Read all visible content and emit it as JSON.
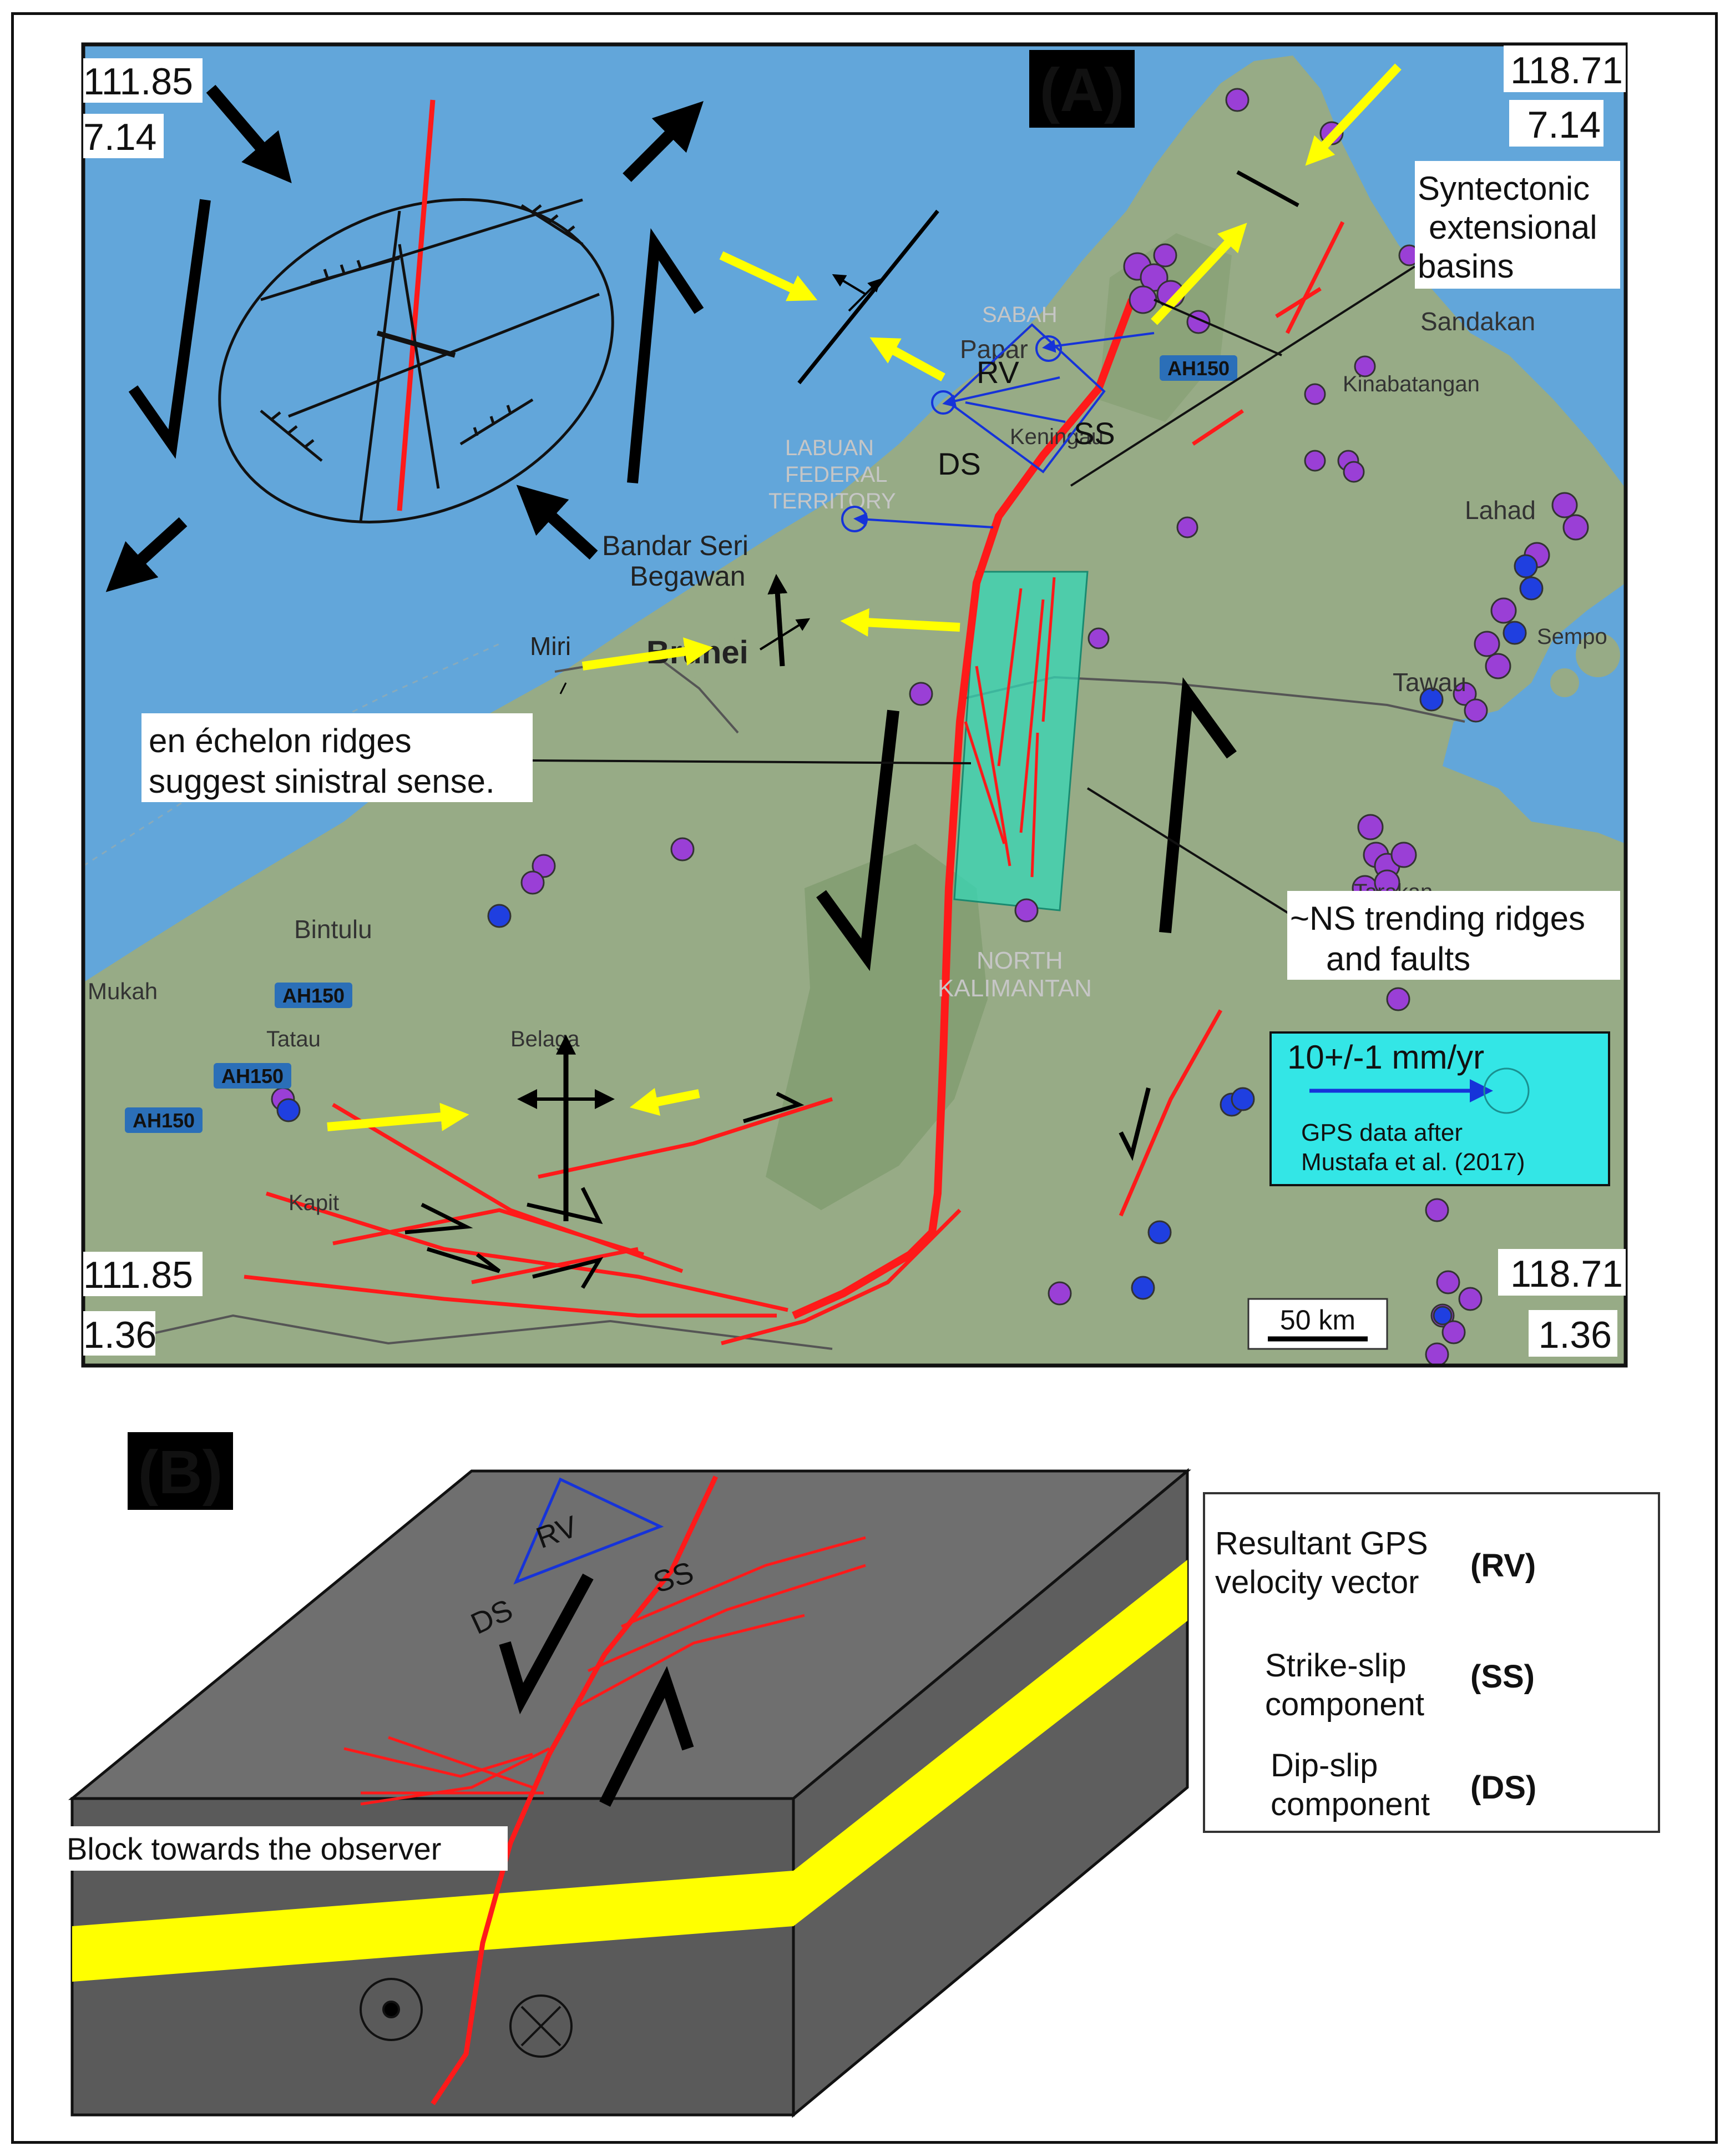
{
  "panel_a": {
    "label": "(A)",
    "corners": {
      "tl_lon": "111.85",
      "tl_lat": "7.14",
      "tr_lon": "118.71",
      "tr_lat": "7.14",
      "bl_lon": "111.85",
      "bl_lat": "1.36",
      "br_lon": "118.71",
      "br_lat": "1.36"
    },
    "places": {
      "sabah": "SABAH",
      "papar": "Papar",
      "keningau": "Keningau",
      "labuan1": "LABUAN",
      "labuan2": "FEDERAL",
      "labuan3": "TERRITORY",
      "bandar1": "Bandar Seri",
      "bandar2": "Begawan",
      "miri": "Miri",
      "brunei": "Brunei",
      "sandakan": "Sandakan",
      "kinabatangan": "Kinabatangan",
      "lahad": "Lahad",
      "sempo": "Sempo",
      "tawau": "Tawau",
      "tarakan": "Tarakan",
      "bintulu": "Bintulu",
      "mukah": "Mukah",
      "tatau": "Tatau",
      "belaga": "Belaga",
      "kapit": "Kapit",
      "north1": "NORTH",
      "north2": "KALIMANTAN",
      "ah1": "AH150",
      "ah2": "AH150",
      "ah3": "AH150",
      "ah4": "AH150"
    },
    "vector_labels": {
      "rv": "RV",
      "ss": "SS",
      "ds": "DS"
    },
    "callouts": {
      "syntectonic1": "Syntectonic",
      "syntectonic2": "extensional",
      "syntectonic3": "basins",
      "enechelon1": "en échelon ridges",
      "enechelon2": "suggest sinistral sense.",
      "ns1": "~NS trending ridges",
      "ns2": "and faults"
    },
    "gps_legend": {
      "rate": "10+/-1 mm/yr",
      "source1": "GPS data after",
      "source2": "Mustafa et al. (2017)"
    },
    "scale_bar": "50 km",
    "colors": {
      "sea": "#62a6da",
      "land": "#97ab86",
      "fault": "#ff1a1a",
      "gps_arrow": "#1633d9",
      "yellow_arrow": "#ffff00",
      "teal_box": "#35d7b5",
      "legend_box": "#33e6e6",
      "purple_dot": "#9a3fd6",
      "blue_dot": "#1f3fe0"
    }
  },
  "panel_b": {
    "label": "(B)",
    "observer": "Block towards the observer",
    "vector_labels": {
      "rv": "RV",
      "ss": "SS",
      "ds": "DS"
    },
    "legend": {
      "rv1": "Resultant GPS",
      "rv2": "velocity vector",
      "rv_abbr": "(RV)",
      "ss1": "Strike-slip",
      "ss2": "component",
      "ss_abbr": "(SS)",
      "ds1": "Dip-slip",
      "ds2": "component",
      "ds_abbr": "(DS)"
    },
    "colors": {
      "block_top": "#6f6f6f",
      "block_side": "#5a5a5a",
      "layer": "#ffff00",
      "fault": "#ff1a1a"
    }
  }
}
